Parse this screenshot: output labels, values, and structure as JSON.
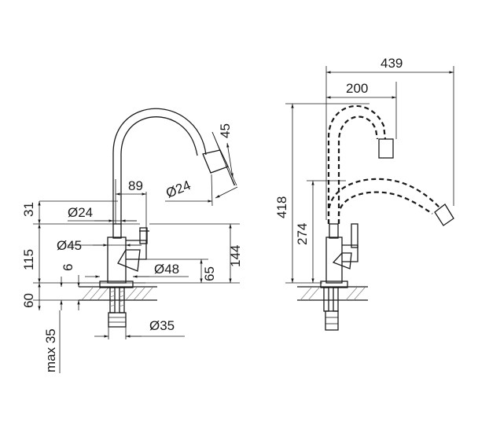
{
  "left_view": {
    "dims": {
      "d24_top": "Ø24",
      "d45": "Ø45",
      "d48": "Ø48",
      "d35": "Ø35",
      "d24_spout": "Ø24",
      "w89": "89",
      "h45": "45",
      "h31": "31",
      "h115": "115",
      "h6": "6",
      "h60": "60",
      "max35": "max 35",
      "h65": "65",
      "h144": "144"
    }
  },
  "right_view": {
    "dims": {
      "w439": "439",
      "w200": "200",
      "h418": "418",
      "h274": "274"
    }
  }
}
